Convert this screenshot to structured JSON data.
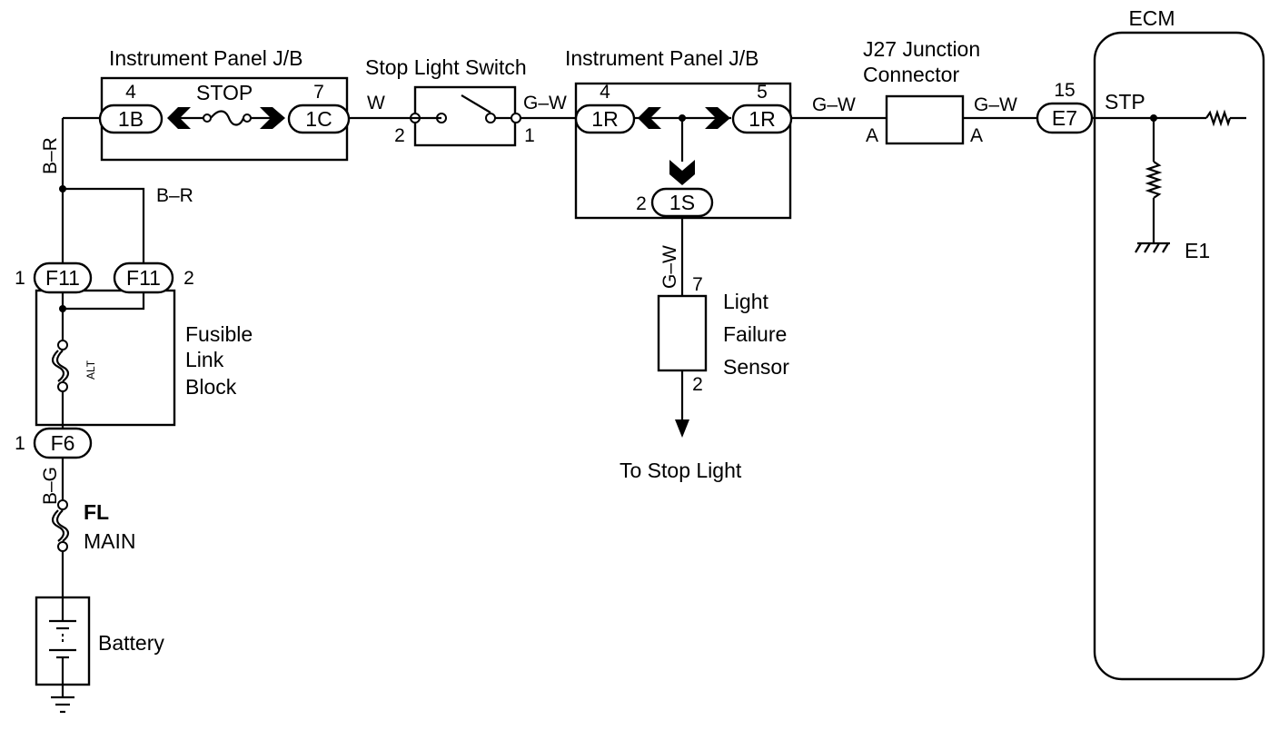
{
  "labels": {
    "ecm": "ECM",
    "ip_jb_left": "Instrument Panel J/B",
    "ip_jb_right": "Instrument Panel J/B",
    "stop_light_switch": "Stop Light Switch",
    "j27_line1": "J27 Junction",
    "j27_line2": "Connector",
    "stop_fuse": "STOP",
    "stp": "STP",
    "e1": "E1",
    "fusible_line1": "Fusible",
    "fusible_line2": "Link",
    "fusible_line3": "Block",
    "alt": "ALT",
    "fl_line1": "FL",
    "fl_line2": "MAIN",
    "battery": "Battery",
    "lfs_line1": "Light",
    "lfs_line2": "Failure",
    "lfs_line3": "Sensor",
    "to_stop_light": "To Stop Light"
  },
  "connectors": {
    "c_1b": "1B",
    "c_1c": "1C",
    "c_1r_left": "1R",
    "c_1r_right": "1R",
    "c_1s": "1S",
    "c_e7": "E7",
    "c_f11_left": "F11",
    "c_f11_right": "F11",
    "c_f6": "F6"
  },
  "pins": {
    "p_1b": "4",
    "p_1c": "7",
    "p_1r_left": "4",
    "p_1r_right": "5",
    "p_1s": "2",
    "p_e7": "15",
    "p_sw_in": "2",
    "p_sw_out": "1",
    "p_f11_left": "1",
    "p_f11_right": "2",
    "p_f6": "1",
    "p_lfs_top": "7",
    "p_lfs_bottom": "2",
    "p_j27_left": "A",
    "p_j27_right": "A"
  },
  "wires": {
    "b_r_vertical": "B–R",
    "b_r_branch": "B–R",
    "w_switch": "W",
    "g_w_switch_out": "G–W",
    "g_w_to_j27": "G–W",
    "g_w_to_ecm": "G–W",
    "g_w_vertical": "G–W",
    "b_g": "B–G"
  }
}
